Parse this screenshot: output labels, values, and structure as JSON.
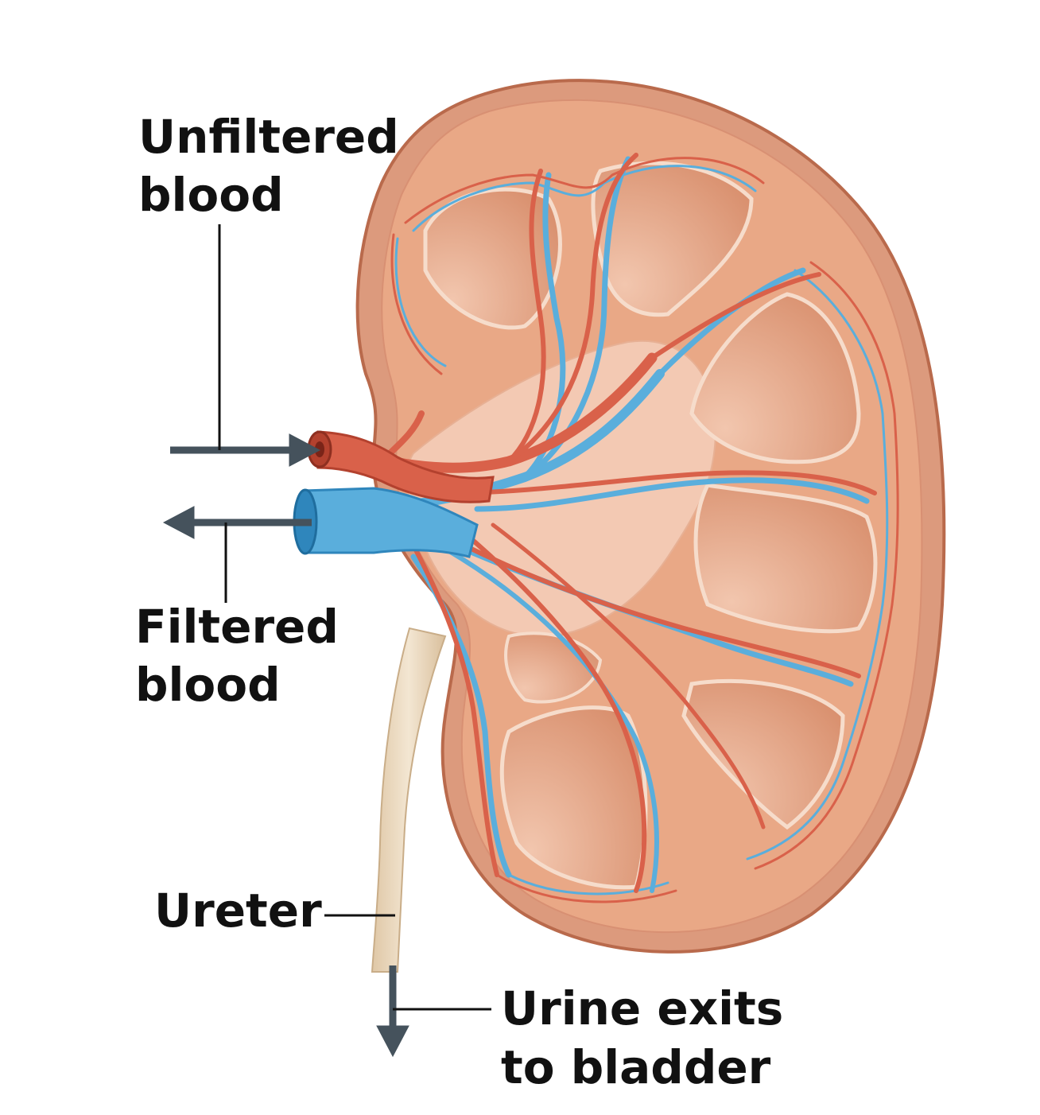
{
  "labels": {
    "unfiltered": [
      "Unfiltered",
      "blood"
    ],
    "filtered": [
      "Filtered",
      "blood"
    ],
    "ureter": "Ureter",
    "urine": [
      "Urine exits",
      "to bladder"
    ]
  },
  "colors": {
    "capsule": "#dc9a7d",
    "capsule_edge": "#c87a5c",
    "cortex": "#e9a886",
    "medulla": "#e2a07f",
    "pyramid": "#dc9372",
    "sinus": "#f3c9b3",
    "artery": "#d9614a",
    "artery_dark": "#b3412e",
    "vein": "#5aaedc",
    "vein_dark": "#2f86bc",
    "ureter": "#ead8bd",
    "arrow": "#45525c",
    "text": "#111111"
  }
}
